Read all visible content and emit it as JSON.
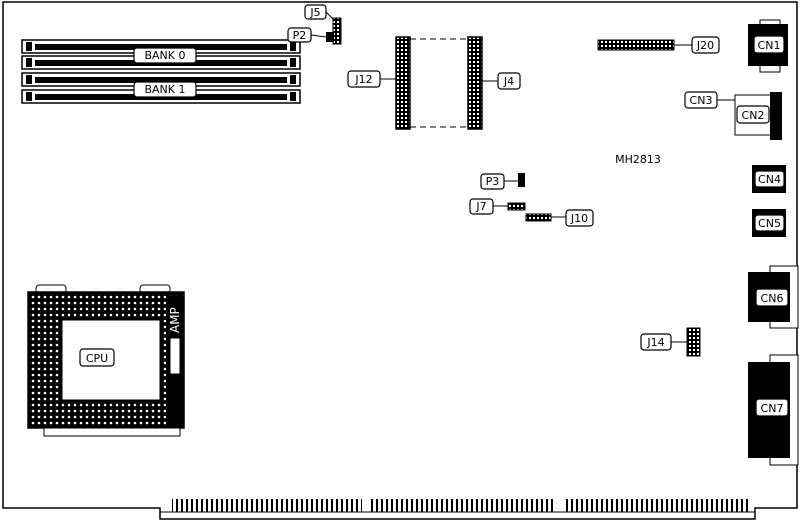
{
  "board_id": "MH2813",
  "memory": {
    "bank0": "BANK 0",
    "bank1": "BANK 1"
  },
  "cpu": {
    "label": "CPU",
    "socket_brand": "AMP"
  },
  "jumpers": {
    "J5": "J5",
    "P2": "P2",
    "J12": "J12",
    "J4": "J4",
    "J20": "J20",
    "P3": "P3",
    "J7": "J7",
    "J10": "J10",
    "J14": "J14"
  },
  "connectors": {
    "CN1": "CN1",
    "CN2": "CN2",
    "CN3": "CN3",
    "CN4": "CN4",
    "CN5": "CN5",
    "CN6": "CN6",
    "CN7": "CN7"
  }
}
